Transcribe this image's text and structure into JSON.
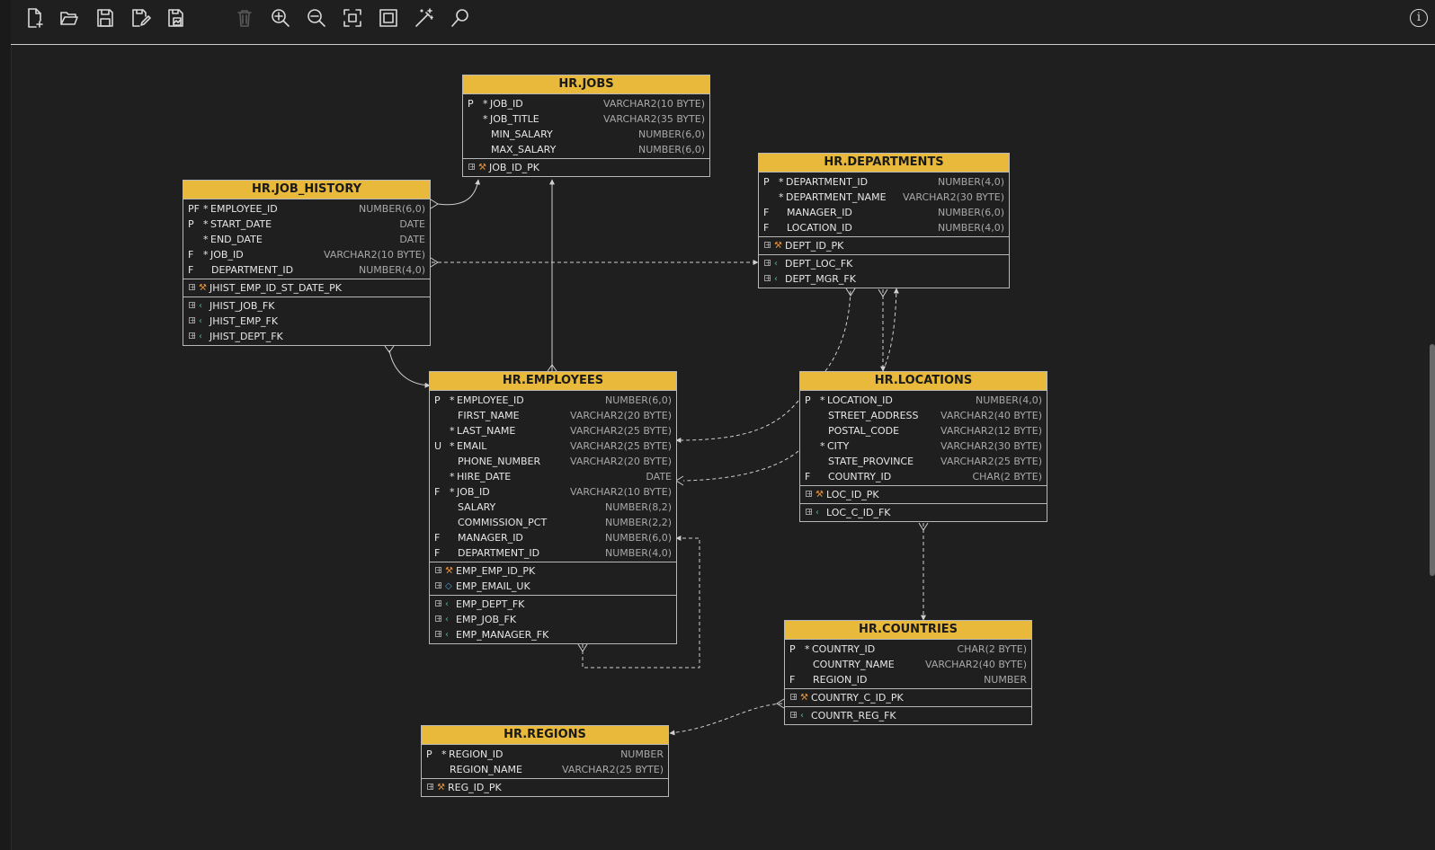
{
  "toolbar": {
    "buttons": [
      {
        "name": "new-file-icon",
        "enabled": true
      },
      {
        "name": "open-folder-icon",
        "enabled": true
      },
      {
        "name": "save-icon",
        "enabled": true
      },
      {
        "name": "edit-icon",
        "enabled": true
      },
      {
        "name": "export-image-icon",
        "enabled": true
      },
      {
        "name": "delete-icon",
        "enabled": false
      },
      {
        "name": "zoom-in-icon",
        "enabled": true
      },
      {
        "name": "zoom-out-icon",
        "enabled": true
      },
      {
        "name": "fit-screen-icon",
        "enabled": true
      },
      {
        "name": "actual-size-icon",
        "enabled": true
      },
      {
        "name": "auto-layout-icon",
        "enabled": true
      },
      {
        "name": "search-icon",
        "enabled": true
      }
    ],
    "info_icon": "i"
  },
  "tables": [
    {
      "id": "jobs",
      "title": "HR.JOBS",
      "columns": [
        {
          "flag": "P",
          "mand": "*",
          "name": "JOB_ID",
          "type": "VARCHAR2(10 BYTE)"
        },
        {
          "flag": "",
          "mand": "*",
          "name": "JOB_TITLE",
          "type": "VARCHAR2(35 BYTE)"
        },
        {
          "flag": "",
          "mand": "",
          "name": "MIN_SALARY",
          "type": "NUMBER(6,0)"
        },
        {
          "flag": "",
          "mand": "",
          "name": "MAX_SALARY",
          "type": "NUMBER(6,0)"
        }
      ],
      "sections": [
        [
          {
            "icon": "key",
            "label": "JOB_ID_PK"
          }
        ]
      ]
    },
    {
      "id": "departments",
      "title": "HR.DEPARTMENTS",
      "columns": [
        {
          "flag": "P",
          "mand": "*",
          "name": "DEPARTMENT_ID",
          "type": "NUMBER(4,0)"
        },
        {
          "flag": "",
          "mand": "*",
          "name": "DEPARTMENT_NAME",
          "type": "VARCHAR2(30 BYTE)"
        },
        {
          "flag": "F",
          "mand": "",
          "name": "MANAGER_ID",
          "type": "NUMBER(6,0)"
        },
        {
          "flag": "F",
          "mand": "",
          "name": "LOCATION_ID",
          "type": "NUMBER(4,0)"
        }
      ],
      "sections": [
        [
          {
            "icon": "key",
            "label": "DEPT_ID_PK"
          }
        ],
        [
          {
            "icon": "fk",
            "label": "DEPT_LOC_FK"
          },
          {
            "icon": "fk",
            "label": "DEPT_MGR_FK"
          }
        ]
      ]
    },
    {
      "id": "job_history",
      "title": "HR.JOB_HISTORY",
      "columns": [
        {
          "flag": "PF",
          "mand": "*",
          "name": "EMPLOYEE_ID",
          "type": "NUMBER(6,0)"
        },
        {
          "flag": "P",
          "mand": "*",
          "name": "START_DATE",
          "type": "DATE"
        },
        {
          "flag": "",
          "mand": "*",
          "name": "END_DATE",
          "type": "DATE"
        },
        {
          "flag": "F",
          "mand": "*",
          "name": "JOB_ID",
          "type": "VARCHAR2(10 BYTE)"
        },
        {
          "flag": "F",
          "mand": "",
          "name": "DEPARTMENT_ID",
          "type": "NUMBER(4,0)"
        }
      ],
      "sections": [
        [
          {
            "icon": "key",
            "label": "JHIST_EMP_ID_ST_DATE_PK"
          }
        ],
        [
          {
            "icon": "fk",
            "label": "JHIST_JOB_FK"
          },
          {
            "icon": "fk",
            "label": "JHIST_EMP_FK"
          },
          {
            "icon": "fk",
            "label": "JHIST_DEPT_FK"
          }
        ]
      ]
    },
    {
      "id": "employees",
      "title": "HR.EMPLOYEES",
      "columns": [
        {
          "flag": "P",
          "mand": "*",
          "name": "EMPLOYEE_ID",
          "type": "NUMBER(6,0)"
        },
        {
          "flag": "",
          "mand": "",
          "name": "FIRST_NAME",
          "type": "VARCHAR2(20 BYTE)"
        },
        {
          "flag": "",
          "mand": "*",
          "name": "LAST_NAME",
          "type": "VARCHAR2(25 BYTE)"
        },
        {
          "flag": "U",
          "mand": "*",
          "name": "EMAIL",
          "type": "VARCHAR2(25 BYTE)"
        },
        {
          "flag": "",
          "mand": "",
          "name": "PHONE_NUMBER",
          "type": "VARCHAR2(20 BYTE)"
        },
        {
          "flag": "",
          "mand": "*",
          "name": "HIRE_DATE",
          "type": "DATE"
        },
        {
          "flag": "F",
          "mand": "*",
          "name": "JOB_ID",
          "type": "VARCHAR2(10 BYTE)"
        },
        {
          "flag": "",
          "mand": "",
          "name": "SALARY",
          "type": "NUMBER(8,2)"
        },
        {
          "flag": "",
          "mand": "",
          "name": "COMMISSION_PCT",
          "type": "NUMBER(2,2)"
        },
        {
          "flag": "F",
          "mand": "",
          "name": "MANAGER_ID",
          "type": "NUMBER(6,0)"
        },
        {
          "flag": "F",
          "mand": "",
          "name": "DEPARTMENT_ID",
          "type": "NUMBER(4,0)"
        }
      ],
      "sections": [
        [
          {
            "icon": "key",
            "label": "EMP_EMP_ID_PK"
          },
          {
            "icon": "uk",
            "label": "EMP_EMAIL_UK"
          }
        ],
        [
          {
            "icon": "fk",
            "label": "EMP_DEPT_FK"
          },
          {
            "icon": "fk",
            "label": "EMP_JOB_FK"
          },
          {
            "icon": "fk",
            "label": "EMP_MANAGER_FK"
          }
        ]
      ]
    },
    {
      "id": "locations",
      "title": "HR.LOCATIONS",
      "columns": [
        {
          "flag": "P",
          "mand": "*",
          "name": "LOCATION_ID",
          "type": "NUMBER(4,0)"
        },
        {
          "flag": "",
          "mand": "",
          "name": "STREET_ADDRESS",
          "type": "VARCHAR2(40 BYTE)"
        },
        {
          "flag": "",
          "mand": "",
          "name": "POSTAL_CODE",
          "type": "VARCHAR2(12 BYTE)"
        },
        {
          "flag": "",
          "mand": "*",
          "name": "CITY",
          "type": "VARCHAR2(30 BYTE)"
        },
        {
          "flag": "",
          "mand": "",
          "name": "STATE_PROVINCE",
          "type": "VARCHAR2(25 BYTE)"
        },
        {
          "flag": "F",
          "mand": "",
          "name": "COUNTRY_ID",
          "type": "CHAR(2 BYTE)"
        }
      ],
      "sections": [
        [
          {
            "icon": "key",
            "label": "LOC_ID_PK"
          }
        ],
        [
          {
            "icon": "fk",
            "label": "LOC_C_ID_FK"
          }
        ]
      ]
    },
    {
      "id": "countries",
      "title": "HR.COUNTRIES",
      "columns": [
        {
          "flag": "P",
          "mand": "*",
          "name": "COUNTRY_ID",
          "type": "CHAR(2 BYTE)"
        },
        {
          "flag": "",
          "mand": "",
          "name": "COUNTRY_NAME",
          "type": "VARCHAR2(40 BYTE)"
        },
        {
          "flag": "F",
          "mand": "",
          "name": "REGION_ID",
          "type": "NUMBER"
        }
      ],
      "sections": [
        [
          {
            "icon": "key",
            "label": "COUNTRY_C_ID_PK"
          }
        ],
        [
          {
            "icon": "fk",
            "label": "COUNTR_REG_FK"
          }
        ]
      ]
    },
    {
      "id": "regions",
      "title": "HR.REGIONS",
      "columns": [
        {
          "flag": "P",
          "mand": "*",
          "name": "REGION_ID",
          "type": "NUMBER"
        },
        {
          "flag": "",
          "mand": "",
          "name": "REGION_NAME",
          "type": "VARCHAR2(25 BYTE)"
        }
      ],
      "sections": [
        [
          {
            "icon": "key",
            "label": "REG_ID_PK"
          }
        ]
      ]
    }
  ],
  "relationships": [
    {
      "name": "JHIST_JOB_FK",
      "from": "job_history",
      "to": "jobs",
      "style": "solid"
    },
    {
      "name": "EMP_JOB_FK",
      "from": "employees",
      "to": "jobs",
      "style": "solid"
    },
    {
      "name": "JHIST_EMP_FK",
      "from": "job_history",
      "to": "employees",
      "style": "solid"
    },
    {
      "name": "JHIST_DEPT_FK",
      "from": "job_history",
      "to": "departments",
      "style": "dashed"
    },
    {
      "name": "EMP_DEPT_FK",
      "from": "employees",
      "to": "departments",
      "style": "dashed"
    },
    {
      "name": "DEPT_MGR_FK",
      "from": "departments",
      "to": "employees",
      "style": "dashed"
    },
    {
      "name": "DEPT_LOC_FK",
      "from": "departments",
      "to": "locations",
      "style": "dashed"
    },
    {
      "name": "LOC_C_ID_FK",
      "from": "locations",
      "to": "countries",
      "style": "dashed"
    },
    {
      "name": "COUNTR_REG_FK",
      "from": "countries",
      "to": "regions",
      "style": "dashed"
    },
    {
      "name": "EMP_MANAGER_FK",
      "from": "employees",
      "to": "employees",
      "style": "dashed"
    }
  ]
}
